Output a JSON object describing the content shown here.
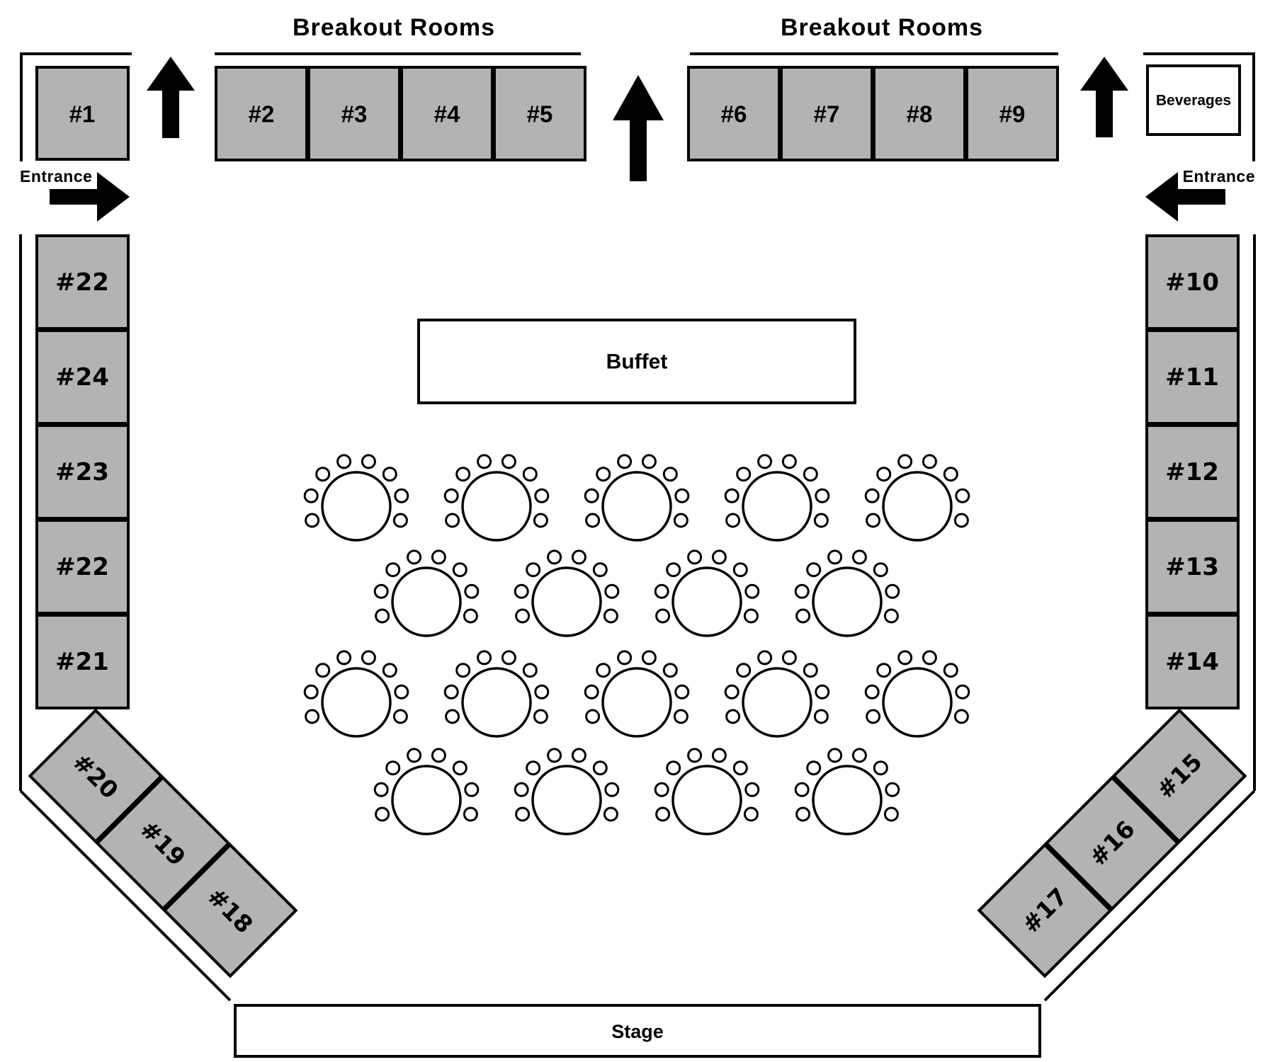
{
  "titles": {
    "breakout_left": "Breakout Rooms",
    "breakout_right": "Breakout Rooms"
  },
  "entrances": {
    "left": "Entrance",
    "right": "Entrance"
  },
  "areas": {
    "beverages": "Beverages",
    "buffet": "Buffet",
    "stage": "Stage"
  },
  "booths": {
    "single": "#1",
    "top_left": [
      "#2",
      "#3",
      "#4",
      "#5"
    ],
    "top_right": [
      "#6",
      "#7",
      "#8",
      "#9"
    ],
    "right_column": [
      "#10",
      "#11",
      "#12",
      "#13",
      "#14"
    ],
    "left_column": [
      "#22",
      "#24",
      "#23",
      "#22",
      "#21"
    ],
    "diagonal_left": [
      "#20",
      "#19",
      "#18"
    ],
    "diagonal_right": [
      "#15",
      "#16",
      "#17"
    ]
  },
  "tables": {
    "layout_rows": [
      5,
      4,
      5,
      4
    ],
    "seats_per_table": 8,
    "total_tables": 18
  },
  "colors": {
    "booth_fill": "#b3b3b3",
    "outline": "#000000",
    "table_fill": "#ffffff",
    "background": "#ffffff"
  }
}
